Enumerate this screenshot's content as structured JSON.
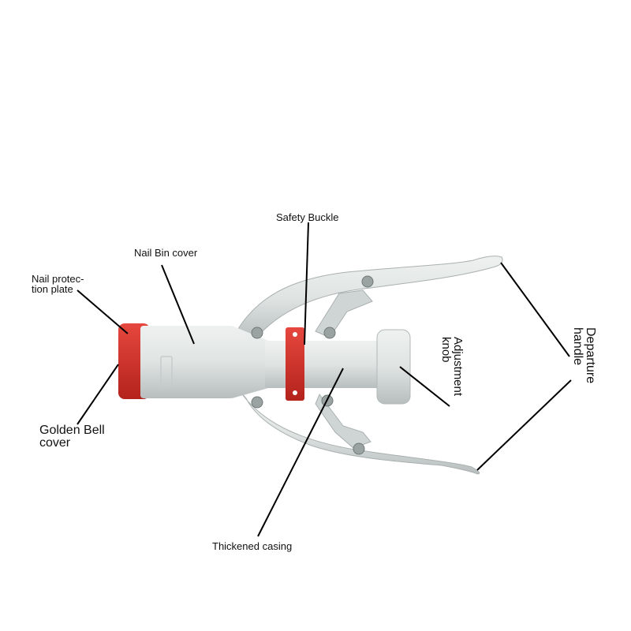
{
  "labels": {
    "safety_buckle": "Safety Buckle",
    "nail_bin_cover": "Nail Bin cover",
    "nail_protection_plate": "Nail protec-\ntion plate",
    "golden_bell_cover": "Golden Bell\ncover",
    "adjustment_knob": "Adjustment\nknob",
    "departure_handle": "Departure\nhandle",
    "thickened_casing": "Thickened casing"
  },
  "colors": {
    "tool_body": "#dde2e1",
    "tool_shadow": "#b9c0bf",
    "accent_red": "#d9332b",
    "background": "#ffffff",
    "leader_line": "#000000"
  }
}
